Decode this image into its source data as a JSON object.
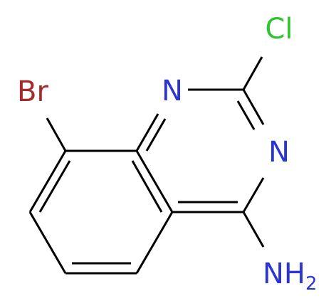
{
  "molecule": {
    "atoms": {
      "br": {
        "label": "Br",
        "color": "#a52a2a"
      },
      "cl": {
        "label": "Cl",
        "color": "#2fc32f"
      },
      "n1": {
        "label": "N",
        "color": "#2a35d8"
      },
      "n3": {
        "label": "N",
        "color": "#2a35d8"
      },
      "nh2": {
        "label": "NH",
        "subscript": "2",
        "color": "#2a35d8"
      }
    },
    "bond_color": "#000000"
  }
}
